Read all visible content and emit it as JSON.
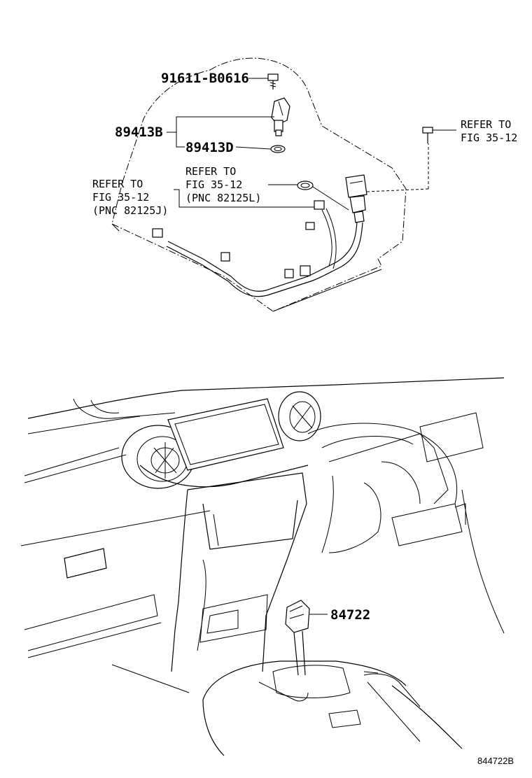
{
  "parts": {
    "bolt": "91611-B0616",
    "sensor_assy": "89413B",
    "oring": "89413D",
    "shift_switch": "84722"
  },
  "refs": {
    "right": {
      "line1": "REFER TO",
      "line2": "FIG 35-12"
    },
    "left": {
      "line1": "REFER TO",
      "line2": "FIG 35-12",
      "line3": "(PNC 82125J)"
    },
    "mid": {
      "line1": "REFER TO",
      "line2": "FIG 35-12",
      "line3": "(PNC 82125L)"
    }
  },
  "illustration_code": "844722B"
}
